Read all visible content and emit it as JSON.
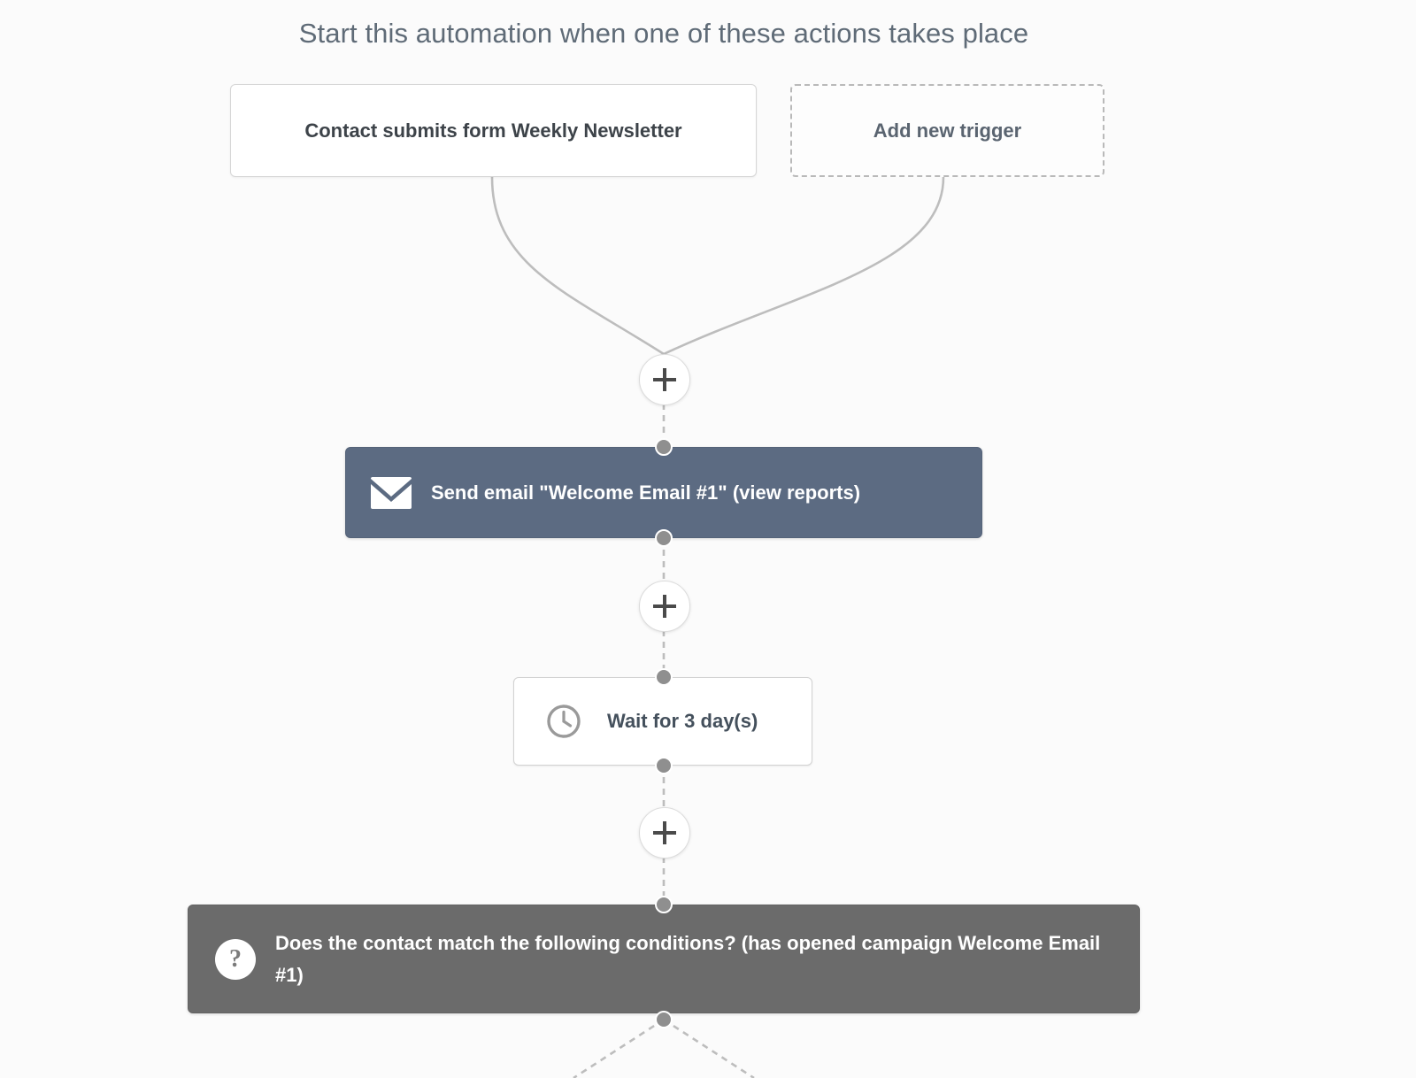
{
  "header": {
    "title": "Start this automation when one of these actions takes place"
  },
  "triggers": [
    {
      "label": "Contact submits form Weekly Newsletter",
      "style": "solid"
    },
    {
      "label": "Add new trigger",
      "style": "dashed"
    }
  ],
  "add_buttons": {
    "label": "+",
    "icon": "plus-icon"
  },
  "steps": [
    {
      "type": "email",
      "icon": "envelope-icon",
      "label": "Send email \"Welcome Email #1\" (view reports)"
    },
    {
      "type": "wait",
      "icon": "clock-icon",
      "label": "Wait for 3 day(s)"
    },
    {
      "type": "condition",
      "icon": "question-mark-icon",
      "label": "Does the contact match the following conditions? (has opened campaign Welcome Email #1)"
    }
  ],
  "colors": {
    "background": "#fbfbfb",
    "title_text": "#5f6b77",
    "email_block": "#5c6b82",
    "condition_block": "#6b6b6b",
    "connector_line": "#bdbdbd",
    "connector_dot": "#8f8f8f"
  }
}
